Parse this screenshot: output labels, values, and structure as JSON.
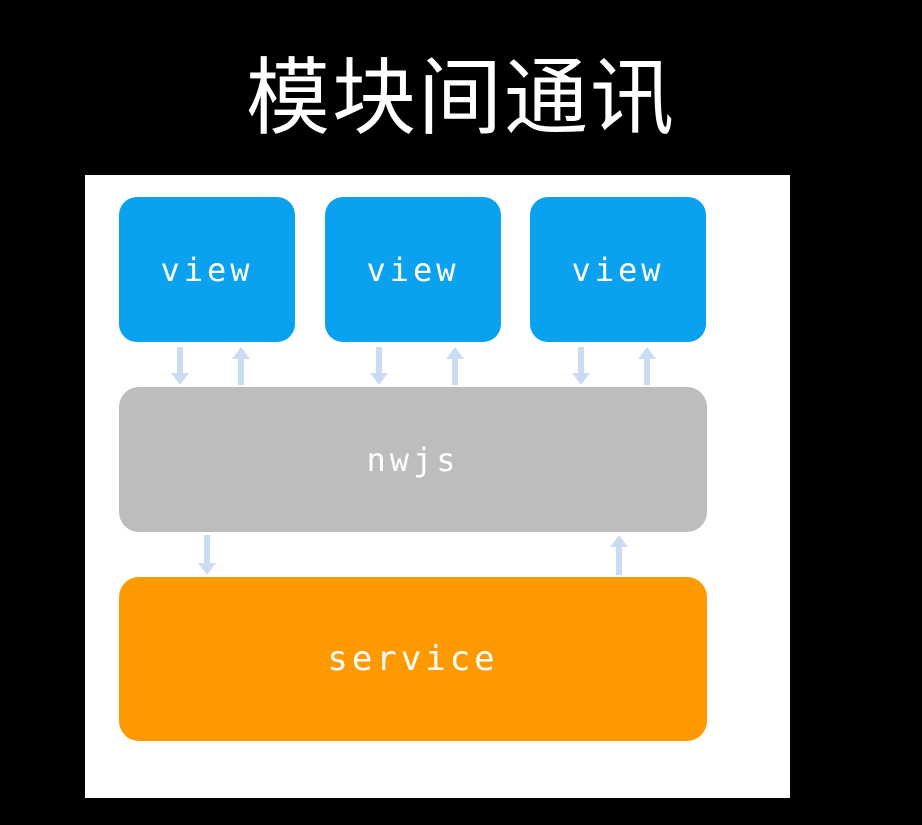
{
  "title": "模块间通讯",
  "views": [
    {
      "label": "view"
    },
    {
      "label": "view"
    },
    {
      "label": "view"
    }
  ],
  "nwjs": {
    "label": "nwjs"
  },
  "service": {
    "label": "service"
  },
  "colors": {
    "background": "#000000",
    "panel": "#ffffff",
    "view": "#0aa2ef",
    "nwjs": "#bdbdbd",
    "service": "#ff9900",
    "arrow": "#c9dcf2"
  }
}
